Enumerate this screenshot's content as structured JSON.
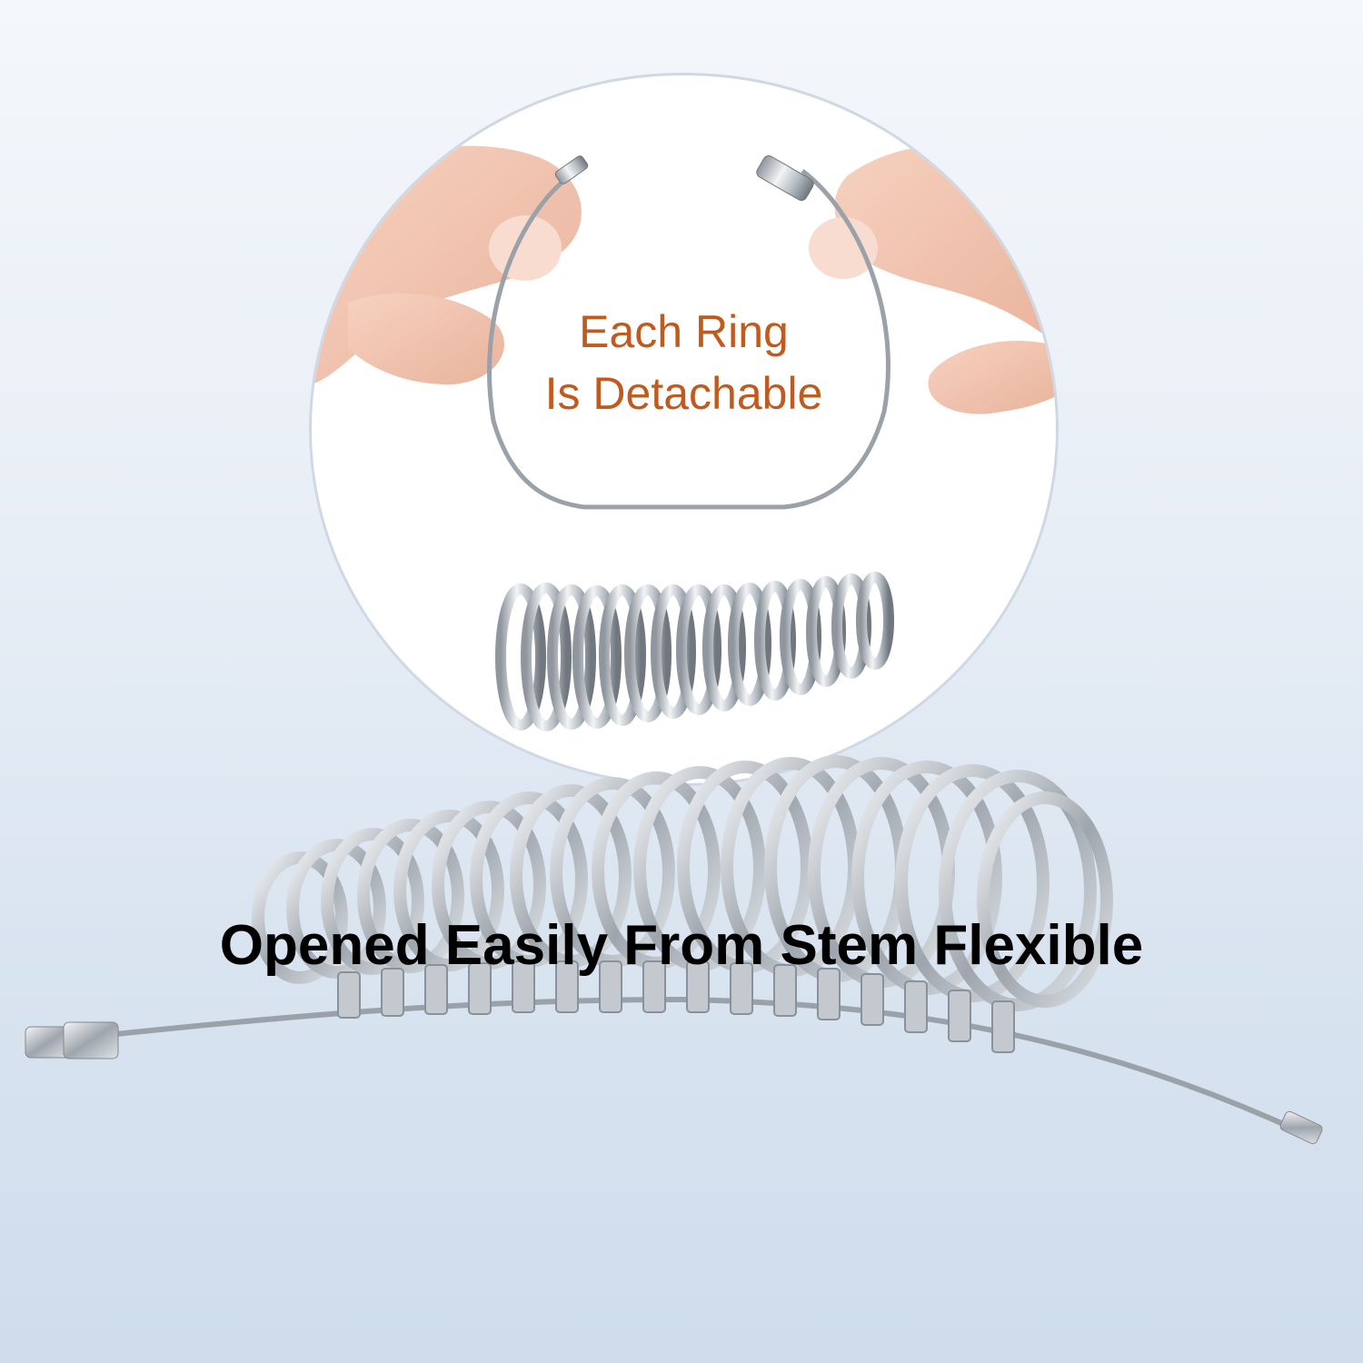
{
  "product_image": {
    "top_panel": {
      "caption_line1": "Each Ring",
      "caption_line2": "Is Detachable"
    },
    "bottom_caption": "Opened Easily From Stem Flexible",
    "colors": {
      "caption_orange": "#c05a1e",
      "bottom_caption": "#000000",
      "background_top": "#f4f7fb",
      "background_bottom": "#cfdcec",
      "metal": "#c9ced4"
    }
  }
}
